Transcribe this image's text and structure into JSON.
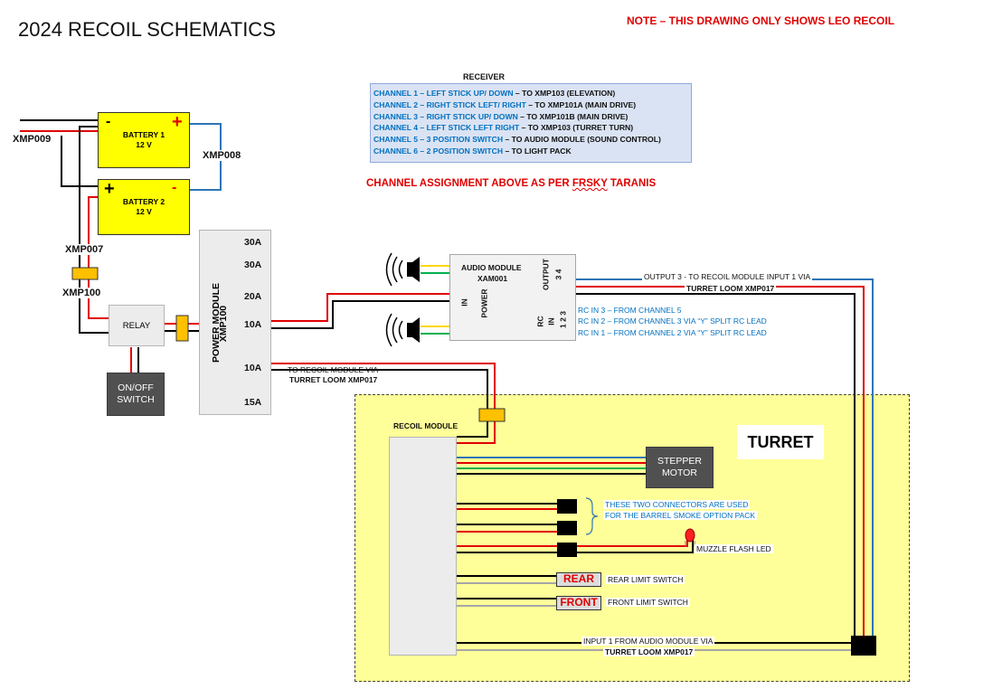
{
  "title": "2024 RECOIL SCHEMATICS",
  "note": "NOTE – THIS DRAWING ONLY SHOWS LEO RECOIL",
  "receiver": {
    "label": "RECEIVER",
    "channels": [
      {
        "name": "CHANNEL 1 – LEFT STICK UP/ DOWN",
        "target": " – TO XMP103 (ELEVATION)"
      },
      {
        "name": "CHANNEL 2 – RIGHT STICK LEFT/ RIGHT",
        "target": " – TO XMP101A (MAIN DRIVE)"
      },
      {
        "name": "CHANNEL 3 – RIGHT STICK UP/ DOWN",
        "target": " – TO XMP101B (MAIN DRIVE)"
      },
      {
        "name": "CHANNEL 4 – LEFT STICK LEFT RIGHT",
        "target": " – TO XMP103 (TURRET TURN)"
      },
      {
        "name": "CHANNEL 5 – 3 POSITION SWITCH",
        "target": " – TO AUDIO MODULE (SOUND CONTROL)"
      },
      {
        "name": "CHANNEL 6 – 2 POSITION SWITCH",
        "target": " – TO LIGHT PACK"
      }
    ],
    "assignment_note_pre": "CHANNEL ASSIGNMENT ABOVE AS PER ",
    "assignment_note_brand": "FRSKY",
    "assignment_note_post": " TARANIS"
  },
  "batteries": [
    {
      "name": "BATTERY 1",
      "voltage": "12 V",
      "left_sign": "-",
      "right_sign": "+"
    },
    {
      "name": "BATTERY 2",
      "voltage": "12 V",
      "left_sign": "+",
      "right_sign": "-"
    }
  ],
  "connectors": {
    "xmp009": "XMP009",
    "xmp008": "XMP008",
    "xmp007": "XMP007",
    "xmp100": "XMP100"
  },
  "relay": "RELAY",
  "switch": {
    "line1": "ON/OFF",
    "line2": "SWITCH"
  },
  "power_module": {
    "name": "POWER MODULE",
    "id": "XMP100",
    "outputs": [
      "30A",
      "30A",
      "20A",
      "10A",
      "10A",
      "15A"
    ]
  },
  "recoil_feed": {
    "line1": "TO RECOIL MODULE VIA",
    "line2": "TURRET LOOM XMP017"
  },
  "audio_module": {
    "name": "AUDIO MODULE",
    "id": "XAM001",
    "power_label_1": "POWER",
    "power_label_2": "IN",
    "output_label": "OUTPUT",
    "output_pins": "3  4",
    "rc_label_1": "RC",
    "rc_label_2": "IN",
    "rc_pins": "1  2  3"
  },
  "audio_output": {
    "line1": "OUTPUT 3 - TO RECOIL MODULE  INPUT 1  VIA",
    "line2": "TURRET LOOM XMP017"
  },
  "rc_inputs": [
    "RC IN 3 – FROM CHANNEL 5",
    "RC IN 2 – FROM CHANNEL 3 VIA “Y” SPLIT RC LEAD",
    "RC IN 1 – FROM CHANNEL 2 VIA “Y” SPLIT RC LEAD"
  ],
  "turret": {
    "title": "TURRET",
    "recoil_module": "RECOIL MODULE",
    "stepper": {
      "line1": "STEPPER",
      "line2": "MOTOR"
    },
    "smoke_note": {
      "line1": "THESE TWO CONNECTORS ARE USED",
      "line2": "FOR THE BARREL SMOKE OPTION PACK"
    },
    "muzzle_led": "MUZZLE FLASH LED",
    "rear_chip": "REAR",
    "rear_label": "REAR LIMIT SWITCH",
    "front_chip": "FRONT",
    "front_label": "FRONT LIMIT SWITCH",
    "input_note": {
      "line1": "INPUT 1 FROM AUDIO MODULE VIA",
      "line2": "TURRET LOOM XMP017"
    }
  },
  "colors": {
    "wire_red": "#e00000",
    "wire_black": "#000000",
    "wire_blue": "#2e75b6",
    "wire_green": "#00b050",
    "wire_yellow": "#ffd700",
    "wire_gray": "#a6a6a6",
    "connector_orange": "#ffc000",
    "battery_yellow": "#ffff00",
    "turret_zone": "#ffff99"
  }
}
